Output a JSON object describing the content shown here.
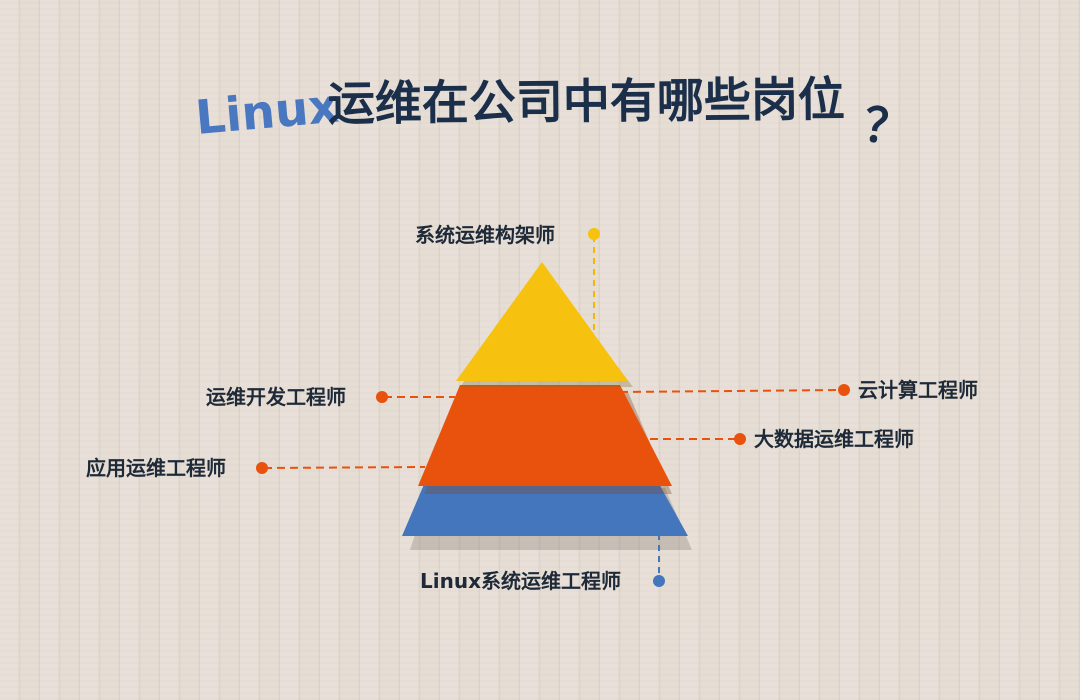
{
  "title": {
    "latin": "Linux",
    "main": "运维在公司中有哪些岗位",
    "question_mark": "？"
  },
  "colors": {
    "tier_top": "#f7c20f",
    "tier_middle": "#e8520d",
    "tier_bottom": "#4476bd",
    "title_accent": "#4a78c0",
    "title_text": "#1b2f4a",
    "label_text": "#1f2a38"
  },
  "pyramid": {
    "tiers": [
      {
        "level": "top",
        "roles": [
          "系统运维构架师"
        ]
      },
      {
        "level": "middle",
        "roles": [
          "运维开发工程师",
          "云计算工程师",
          "大数据运维工程师",
          "应用运维工程师"
        ]
      },
      {
        "level": "bottom",
        "roles": [
          "Linux系统运维工程师"
        ]
      }
    ]
  }
}
